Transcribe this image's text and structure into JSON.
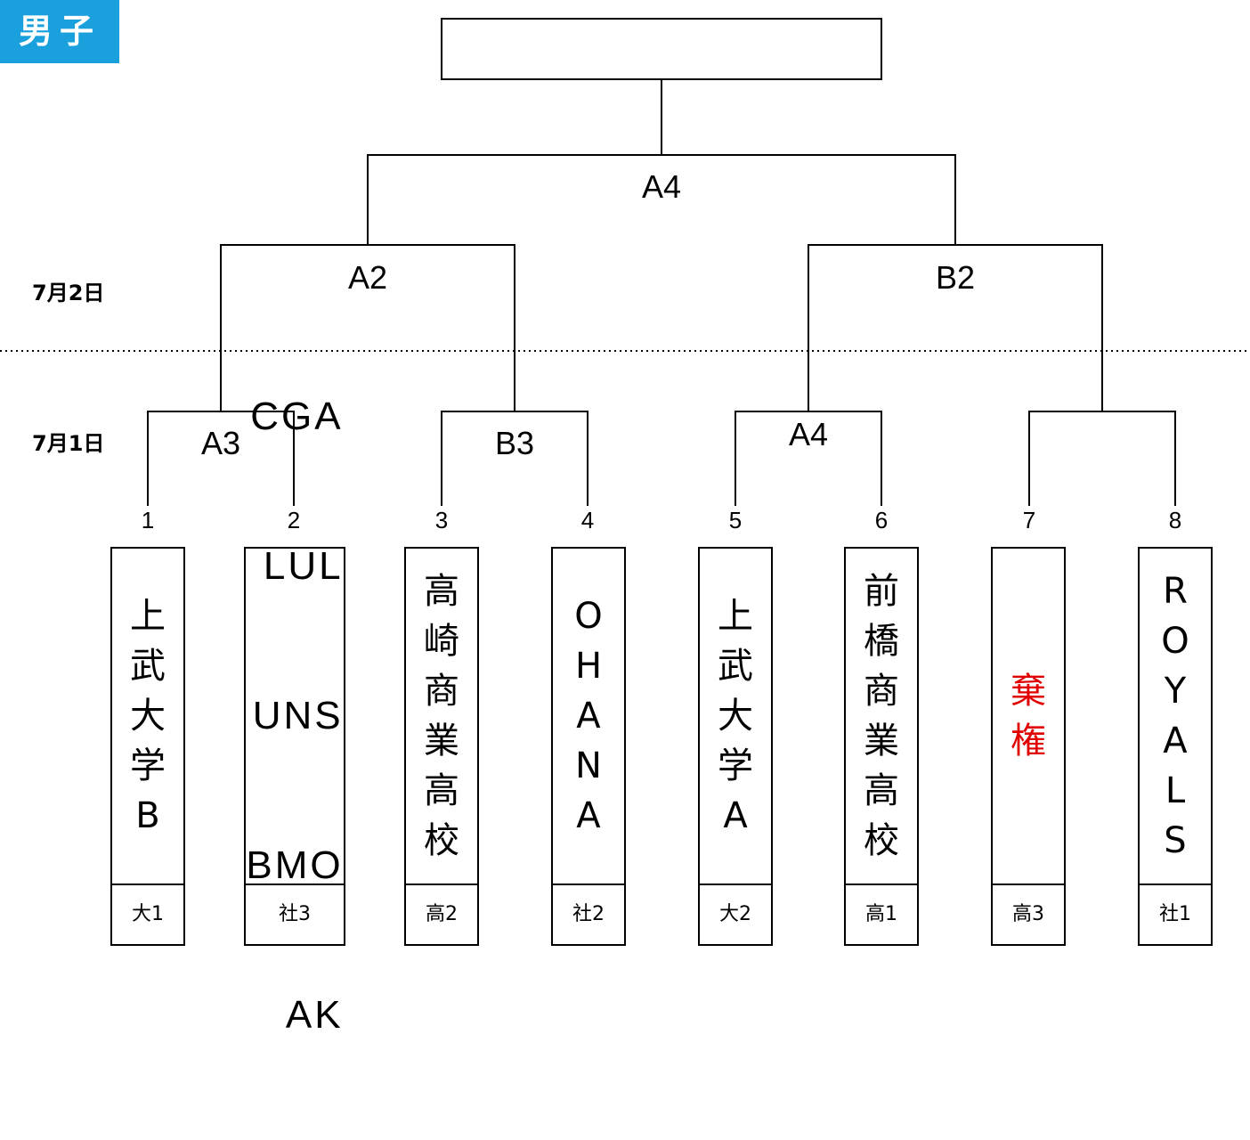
{
  "header": {
    "title": "男子"
  },
  "dates": {
    "day2": "7月2日",
    "day1": "7月1日"
  },
  "final": {
    "match": "A4"
  },
  "semis": {
    "left": "A2",
    "right": "B2"
  },
  "first_round": [
    "A3",
    "B3",
    "A4"
  ],
  "teams": [
    {
      "seed": "1",
      "name_chars": [
        "上",
        "武",
        "大",
        "学",
        "B"
      ],
      "code": "大1",
      "status": ""
    },
    {
      "seed": "2",
      "name_lines": [
        "CGA",
        "LUL",
        "UNS",
        "BMO",
        "AK"
      ],
      "code": "社3",
      "status": ""
    },
    {
      "seed": "3",
      "name_chars": [
        "高",
        "崎",
        "商",
        "業",
        "高",
        "校"
      ],
      "code": "高2",
      "status": ""
    },
    {
      "seed": "4",
      "name_chars": [
        "O",
        "H",
        "A",
        "N",
        "A"
      ],
      "code": "社2",
      "status": ""
    },
    {
      "seed": "5",
      "name_chars": [
        "上",
        "武",
        "大",
        "学",
        "A"
      ],
      "code": "大2",
      "status": ""
    },
    {
      "seed": "6",
      "name_chars": [
        "前",
        "橋",
        "商",
        "業",
        "高",
        "校"
      ],
      "code": "高1",
      "status": ""
    },
    {
      "seed": "7",
      "name_chars": [
        "棄",
        "権"
      ],
      "code": "高3",
      "status": "forfeit"
    },
    {
      "seed": "8",
      "name_chars": [
        "R",
        "O",
        "Y",
        "A",
        "L",
        "S"
      ],
      "code": "社1",
      "status": ""
    }
  ],
  "colors": {
    "badge": "#1aa0dc",
    "forfeit": "#e00000",
    "line": "#000000"
  }
}
